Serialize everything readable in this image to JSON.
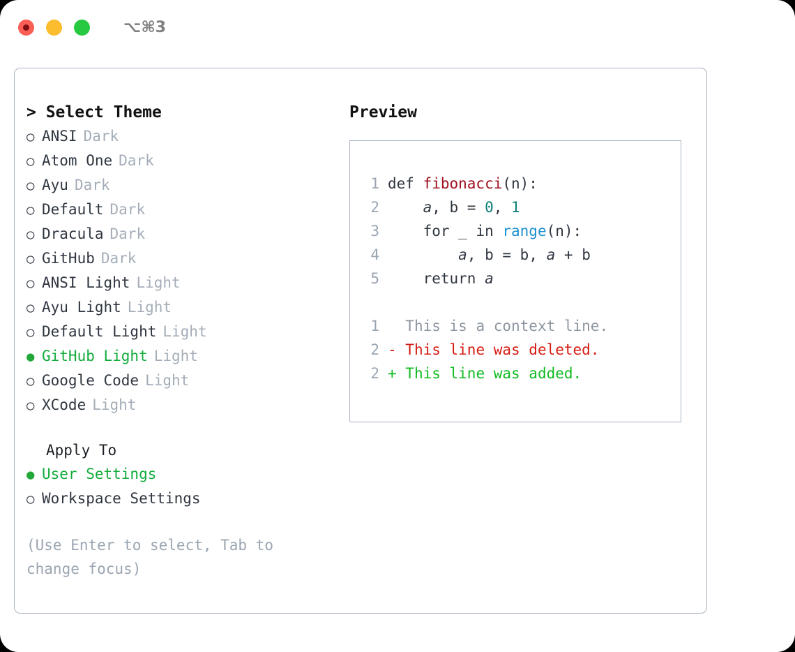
{
  "titlebar": {
    "lights": [
      {
        "name": "close-button",
        "color": "#fa5e55"
      },
      {
        "name": "minimize-button",
        "color": "#fbbd2e"
      },
      {
        "name": "maximize-button",
        "color": "#26c940"
      }
    ],
    "shortcut": "⌥⌘3"
  },
  "theme_picker": {
    "title": "> Select Theme",
    "options": [
      {
        "marker": "○",
        "label": "ANSI",
        "suffix": "Dark",
        "selected": false
      },
      {
        "marker": "○",
        "label": "Atom One",
        "suffix": "Dark",
        "selected": false
      },
      {
        "marker": "○",
        "label": "Ayu",
        "suffix": "Dark",
        "selected": false
      },
      {
        "marker": "○",
        "label": "Default",
        "suffix": "Dark",
        "selected": false
      },
      {
        "marker": "○",
        "label": "Dracula",
        "suffix": "Dark",
        "selected": false
      },
      {
        "marker": "○",
        "label": "GitHub",
        "suffix": "Dark",
        "selected": false
      },
      {
        "marker": "○",
        "label": "ANSI Light",
        "suffix": "Light",
        "selected": false
      },
      {
        "marker": "○",
        "label": "Ayu Light",
        "suffix": "Light",
        "selected": false
      },
      {
        "marker": "○",
        "label": "Default Light",
        "suffix": "Light",
        "selected": false
      },
      {
        "marker": "●",
        "label": "GitHub Light",
        "suffix": "Light",
        "selected": true
      },
      {
        "marker": "○",
        "label": "Google Code",
        "suffix": "Light",
        "selected": false
      },
      {
        "marker": "○",
        "label": "XCode",
        "suffix": "Light",
        "selected": false
      }
    ]
  },
  "apply_to": {
    "title": "Apply To",
    "options": [
      {
        "marker": "●",
        "label": "User Settings",
        "selected": true
      },
      {
        "marker": "○",
        "label": "Workspace Settings",
        "selected": false
      }
    ]
  },
  "hint": "(Use Enter to select, Tab to change focus)",
  "preview": {
    "title": "Preview",
    "code_lines": [
      {
        "num": "1",
        "tokens": [
          {
            "text": "def ",
            "type": "kw"
          },
          {
            "text": "fibonacci",
            "type": "fn"
          },
          {
            "text": "(n):",
            "type": "plain"
          }
        ]
      },
      {
        "num": "2",
        "tokens": [
          {
            "text": "    ",
            "type": "plain"
          },
          {
            "text": "a",
            "type": "var"
          },
          {
            "text": ", b = ",
            "type": "plain"
          },
          {
            "text": "0",
            "type": "num"
          },
          {
            "text": ", ",
            "type": "plain"
          },
          {
            "text": "1",
            "type": "num"
          }
        ]
      },
      {
        "num": "3",
        "tokens": [
          {
            "text": "    for _ in ",
            "type": "plain"
          },
          {
            "text": "range",
            "type": "builtin"
          },
          {
            "text": "(n):",
            "type": "plain"
          }
        ]
      },
      {
        "num": "4",
        "tokens": [
          {
            "text": "        ",
            "type": "plain"
          },
          {
            "text": "a",
            "type": "var"
          },
          {
            "text": ", b = b, ",
            "type": "plain"
          },
          {
            "text": "a",
            "type": "var"
          },
          {
            "text": " + b",
            "type": "plain"
          }
        ]
      },
      {
        "num": "5",
        "tokens": [
          {
            "text": "    return ",
            "type": "plain"
          },
          {
            "text": "a",
            "type": "var"
          }
        ]
      }
    ],
    "diff_lines": [
      {
        "num": "1",
        "sign": " ",
        "text": " This is a context line.",
        "kind": "context"
      },
      {
        "num": "2",
        "sign": "-",
        "text": " This line was deleted.",
        "kind": "deleted"
      },
      {
        "num": "2",
        "sign": "+",
        "text": " This line was added.",
        "kind": "added"
      }
    ]
  },
  "colors": {
    "accent_green": "#12ab3b",
    "bullet_green": "#22a838",
    "muted": "#a4adb8",
    "border": "#a8b3c0",
    "diff_delete": "#d61b12",
    "diff_add": "#11bb20",
    "syntax_function": "#a0111f",
    "syntax_number": "#0b7d77",
    "syntax_builtin": "#1a8fd0"
  }
}
